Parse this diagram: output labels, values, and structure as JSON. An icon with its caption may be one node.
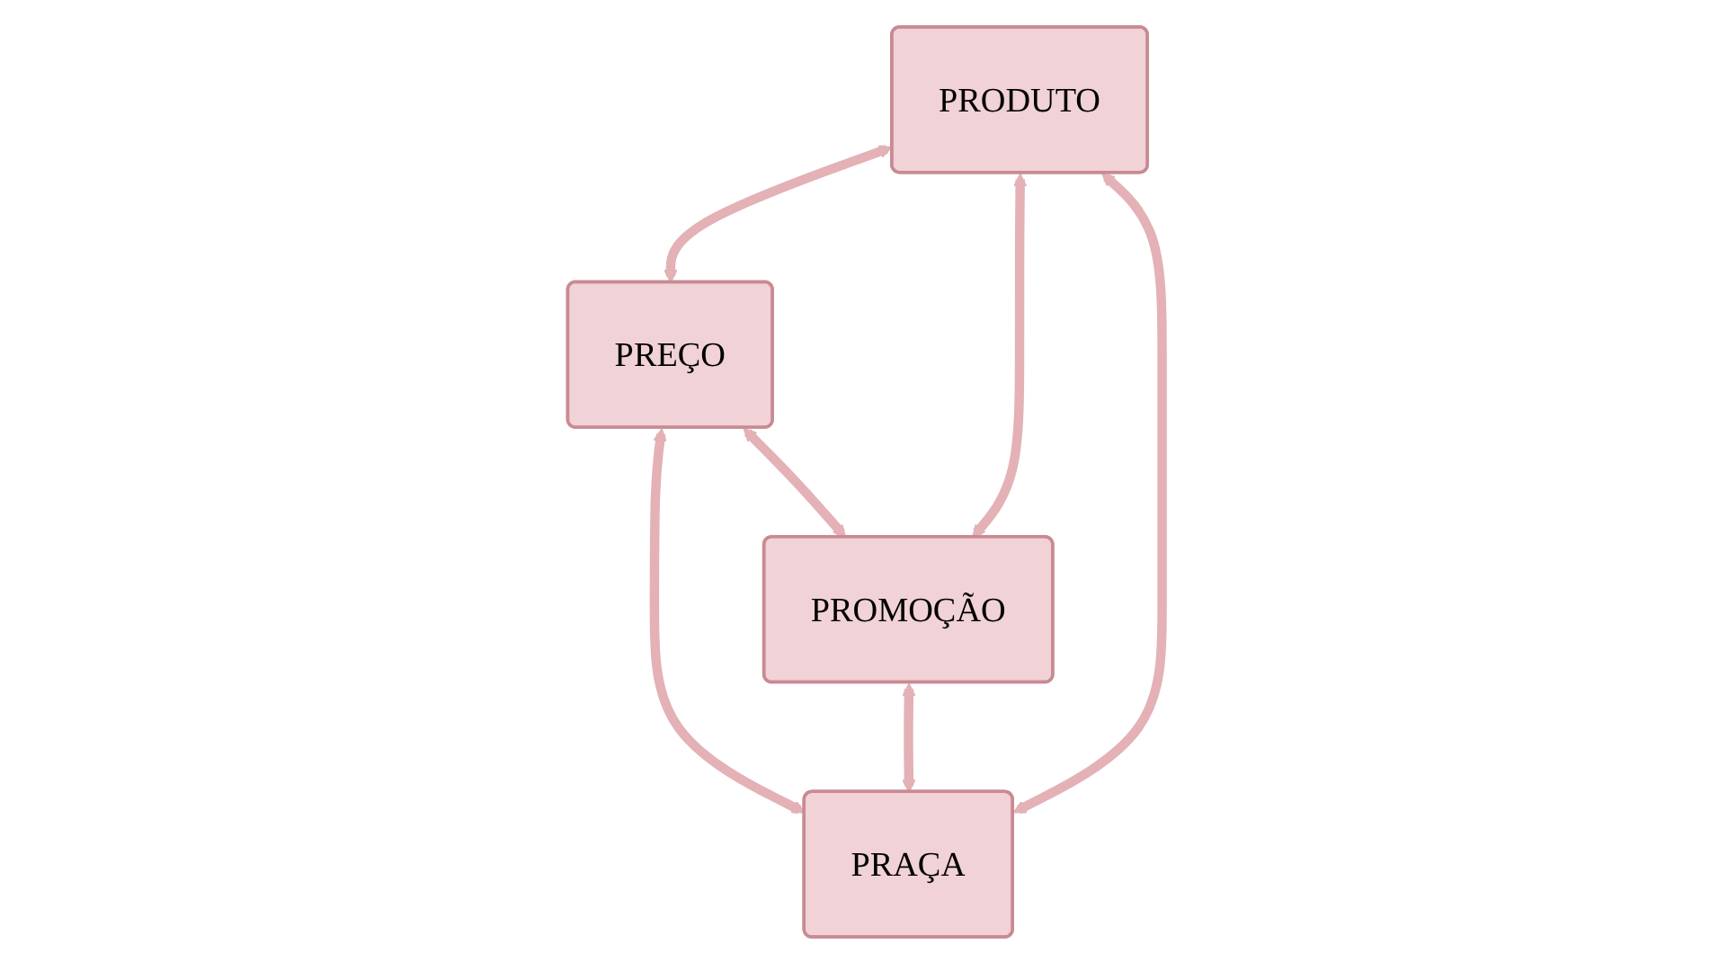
{
  "diagram": {
    "nodes": [
      {
        "text": [
          "PRODUTO"
        ]
      },
      {
        "text": [
          "PREÇO"
        ]
      },
      {
        "text": [
          "PROMOÇÃO"
        ]
      },
      {
        "text": [
          "PRAÇA"
        ]
      }
    ],
    "edges": [
      {
        "from": 0,
        "to": 1,
        "arrow": "both"
      },
      {
        "from": 0,
        "to": 2,
        "arrow": "both"
      },
      {
        "from": 1,
        "to": 3,
        "arrow": "both"
      },
      {
        "from": 2,
        "to": 3,
        "arrow": "both"
      },
      {
        "from": 0,
        "to": 3,
        "arrow": "both"
      },
      {
        "from": 1,
        "to": 2,
        "arrow": "both"
      }
    ]
  }
}
